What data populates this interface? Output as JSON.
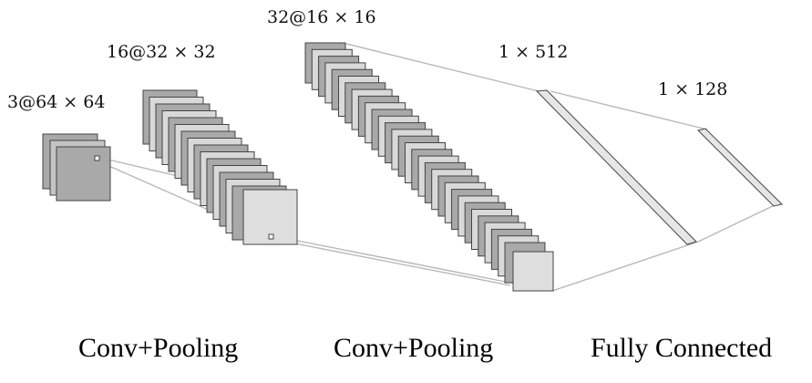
{
  "layers": [
    {
      "id": "input",
      "label": "3@64 × 64"
    },
    {
      "id": "conv1",
      "label": "16@32 × 32"
    },
    {
      "id": "conv2",
      "label": "32@16 × 16"
    },
    {
      "id": "fc1",
      "label": "1 × 512"
    },
    {
      "id": "fc2",
      "label": "1 × 128"
    }
  ],
  "stages": [
    {
      "label": "Conv+Pooling"
    },
    {
      "label": "Conv+Pooling"
    },
    {
      "label": "Fully Connected"
    }
  ],
  "colors": {
    "feature_map_dark": "#a9a9a9",
    "feature_map_light": "#d9d9d9",
    "feature_map_front": "#dedede",
    "outline": "#444444",
    "connector": "#b8b8b8",
    "fc_bar": "#e6e6e6"
  }
}
